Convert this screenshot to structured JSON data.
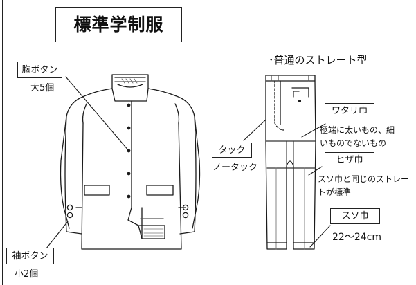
{
  "title": "標準学制服",
  "jacket": {
    "chest_button": {
      "label": "胸ボタン",
      "note": "大5個"
    },
    "sleeve_button": {
      "label": "袖ボタン",
      "note": "小2個"
    }
  },
  "trousers": {
    "heading": "･普通のストレート型",
    "thigh_width": {
      "label": "ワタリ巾",
      "note_lines": [
        "極端に太いもの、細",
        "いものでないもの"
      ]
    },
    "tuck": {
      "label": "タック",
      "note": "ノータック"
    },
    "knee_width": {
      "label": "ヒザ巾",
      "note_lines": [
        "スソ巾と同じのストレー",
        "トが標準"
      ]
    },
    "hem_width": {
      "label": "スソ巾",
      "note": "22～24cm"
    }
  }
}
